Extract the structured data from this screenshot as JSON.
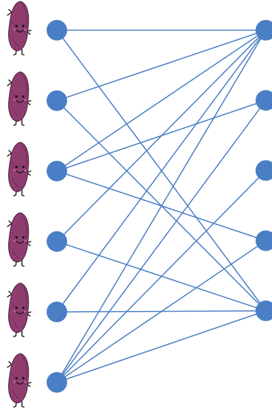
{
  "colors": {
    "node": "#4a7ec5",
    "edge": "#4a7ec5",
    "potato_body": "#8e3d6e",
    "potato_dark": "#6e2a55",
    "potato_outline": "#4a1a3a",
    "potato_limbs": "#2b2b2b"
  },
  "figure_icon": "sweet-potato-character-icon",
  "left_count": 6,
  "right_count": 5,
  "edges": [
    [
      0,
      0
    ],
    [
      0,
      4
    ],
    [
      1,
      0
    ],
    [
      1,
      4
    ],
    [
      2,
      0
    ],
    [
      2,
      1
    ],
    [
      2,
      3
    ],
    [
      3,
      0
    ],
    [
      3,
      4
    ],
    [
      4,
      0
    ],
    [
      4,
      4
    ],
    [
      5,
      0
    ],
    [
      5,
      1
    ],
    [
      5,
      2
    ],
    [
      5,
      3
    ],
    [
      5,
      4
    ]
  ]
}
